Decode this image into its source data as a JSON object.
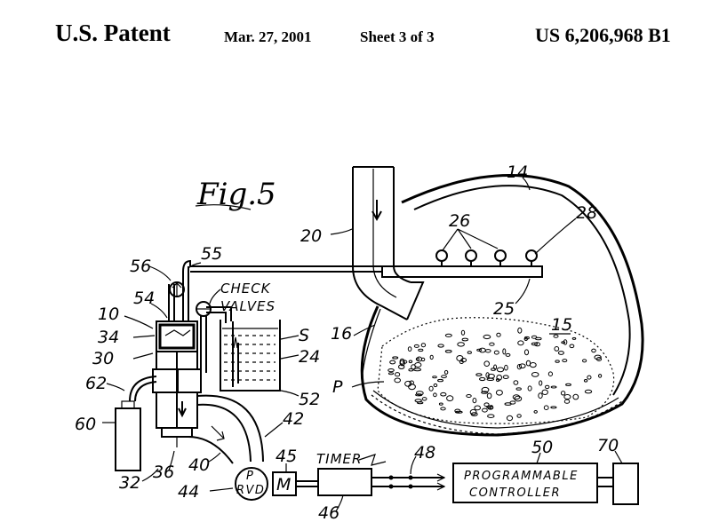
{
  "header": {
    "patent": "U.S. Patent",
    "date": "Mar. 27, 2001",
    "sheet": "Sheet 3 of 3",
    "number": "US 6,206,968 B1"
  },
  "figure": {
    "title": "Fig.5",
    "labels": {
      "n14": "14",
      "n28": "28",
      "n26": "26",
      "n20": "20",
      "n25": "25",
      "n15": "15",
      "n16": "16",
      "n55": "55",
      "n56": "56",
      "n54": "54",
      "n10": "10",
      "n34": "34",
      "n30": "30",
      "n62": "62",
      "n60": "60",
      "n32": "32",
      "n36": "36",
      "n40": "40",
      "n42": "42",
      "n44": "44",
      "n45": "45",
      "n46": "46",
      "n48": "48",
      "n50": "50",
      "n70": "70",
      "n52": "52",
      "n24": "24",
      "s": "S",
      "p": "P",
      "pump_p": "P",
      "pump_rvd": "RVD",
      "motor_m": "M",
      "check": "CHECK",
      "valves": "VALVES",
      "timer": "TIMER",
      "programmable": "PROGRAMMABLE",
      "controller": "CONTROLLER"
    }
  }
}
